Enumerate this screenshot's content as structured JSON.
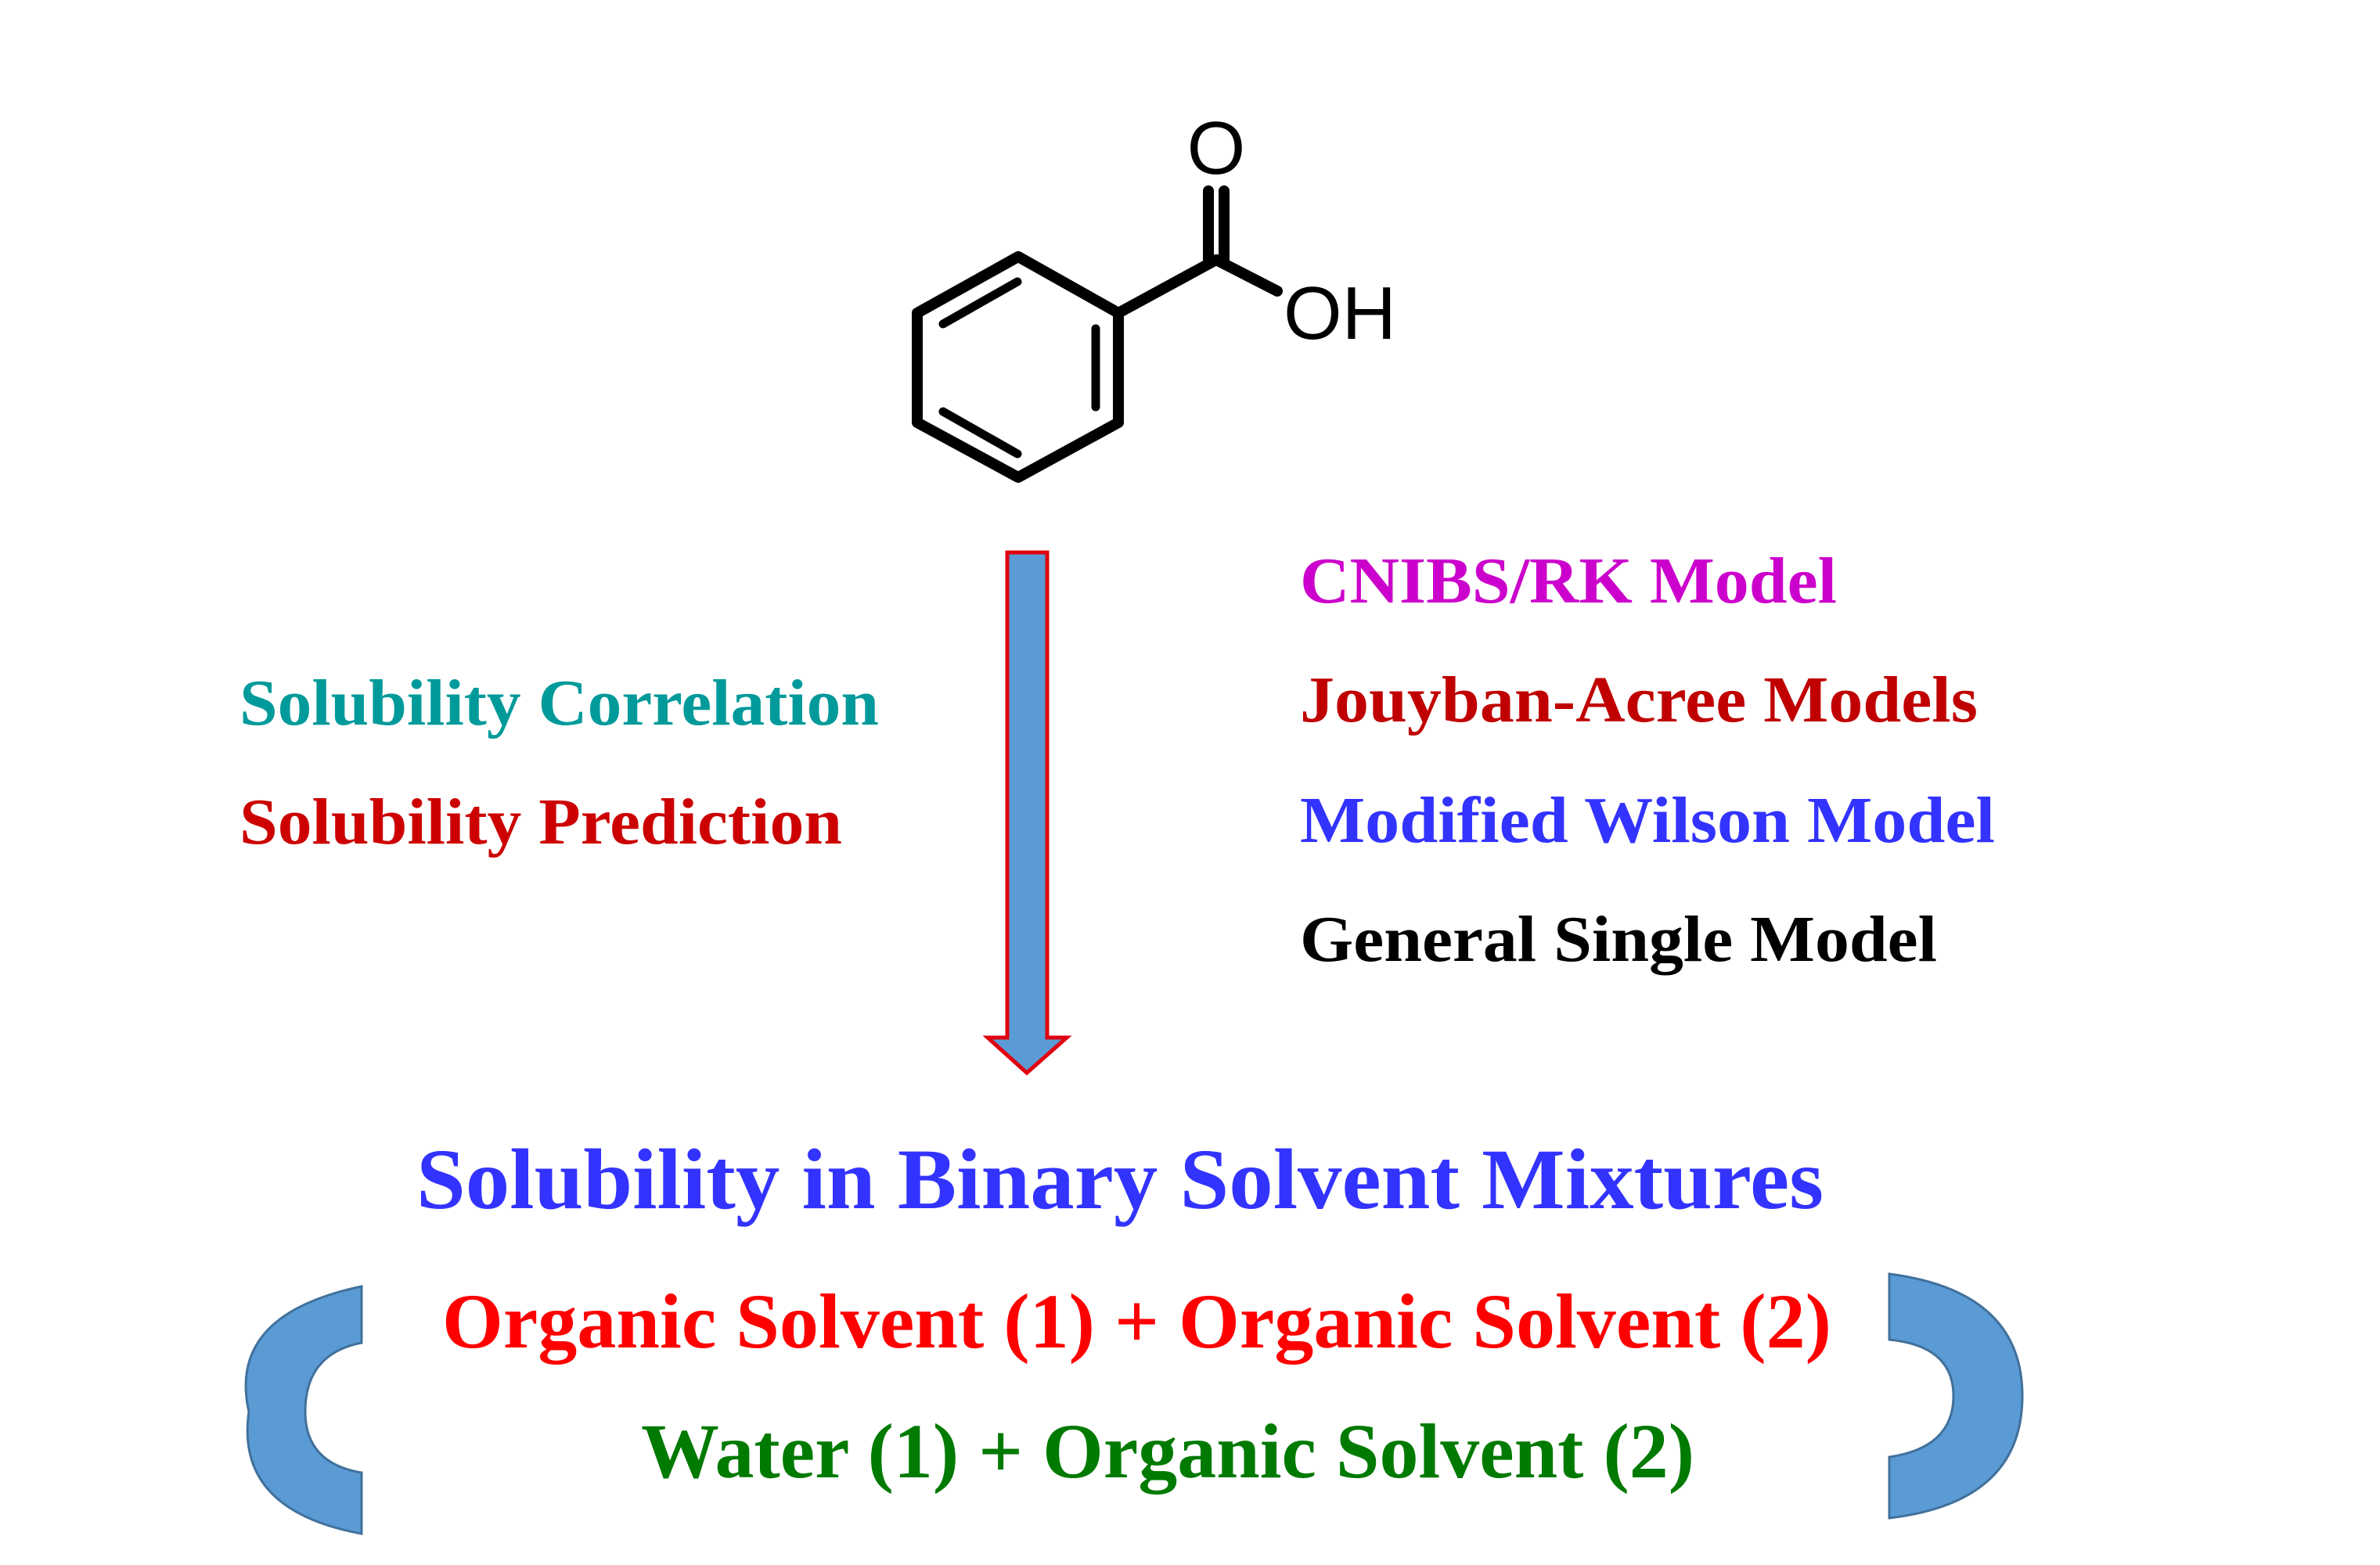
{
  "molecule": {
    "carbonyl_oxygen_label": "O",
    "hydroxyl_label": "OH"
  },
  "left_labels": [
    {
      "text": "Solubility Correlation",
      "color": "#009a9a"
    },
    {
      "text": "Solubility Prediction",
      "color": "#cc0000"
    }
  ],
  "models": [
    {
      "text": "CNIBS/RK Model",
      "color": "#cc00cc"
    },
    {
      "text": "Jouyban-Acree Models",
      "color": "#c00000"
    },
    {
      "text": "Modified Wilson Model",
      "color": "#3333ff"
    },
    {
      "text": "General Single Model",
      "color": "#000000"
    }
  ],
  "title": {
    "text": "Solubility in Binary Solvent Mixtures",
    "color": "#3333ff"
  },
  "systems": [
    {
      "text": "Organic Solvent (1) + Organic Solvent (2)",
      "color": "#ff0000"
    },
    {
      "text": "Water (1) + Organic Solvent (2)",
      "color": "#007a00"
    }
  ],
  "colors": {
    "arrow_fill": "#5b9bd5",
    "arrow_stroke": "#e0000f",
    "bracket_fill": "#5b9bd5",
    "bracket_stroke": "#41719c"
  }
}
